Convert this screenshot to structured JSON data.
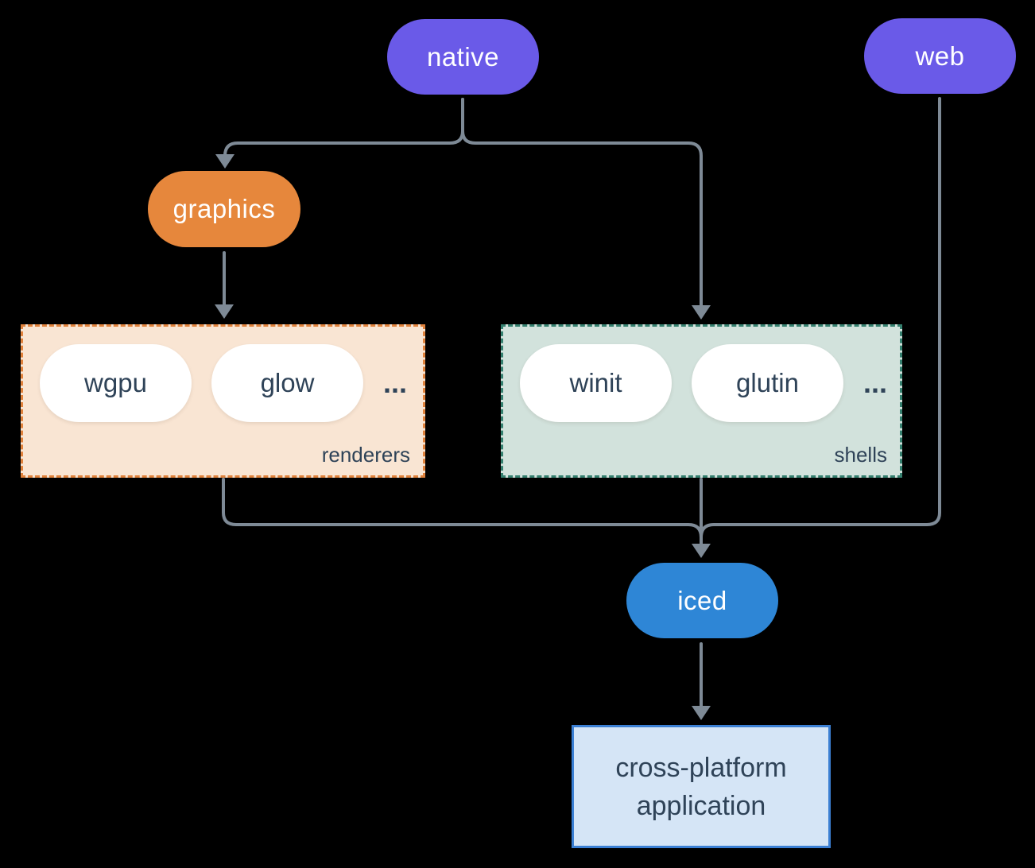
{
  "diagram": {
    "nodes": {
      "native": {
        "label": "native"
      },
      "web": {
        "label": "web"
      },
      "graphics": {
        "label": "graphics"
      },
      "iced": {
        "label": "iced"
      },
      "app": {
        "label_lines": [
          "cross-platform",
          "application"
        ]
      }
    },
    "groups": {
      "renderers": {
        "label": "renderers",
        "items": [
          "wgpu",
          "glow"
        ],
        "ellipsis": "..."
      },
      "shells": {
        "label": "shells",
        "items": [
          "winit",
          "glutin"
        ],
        "ellipsis": "..."
      }
    },
    "edges": [
      "native -> graphics",
      "native -> shells",
      "graphics -> renderers",
      "renderers -> iced",
      "shells -> iced",
      "web -> iced",
      "iced -> cross-platform application"
    ]
  },
  "colors": {
    "bg": "#000000",
    "purple": "#6A5AE8",
    "orange": "#E6873C",
    "blue": "#2E86D6",
    "peach": "#F9E5D3",
    "orange-border": "#E0823C",
    "sage": "#D2E2DC",
    "teal-border": "#35806F",
    "lightblue": "#D5E5F6",
    "blue-border": "#3B7FD3",
    "line": "#7E8A96",
    "ink": "#2F4358"
  }
}
